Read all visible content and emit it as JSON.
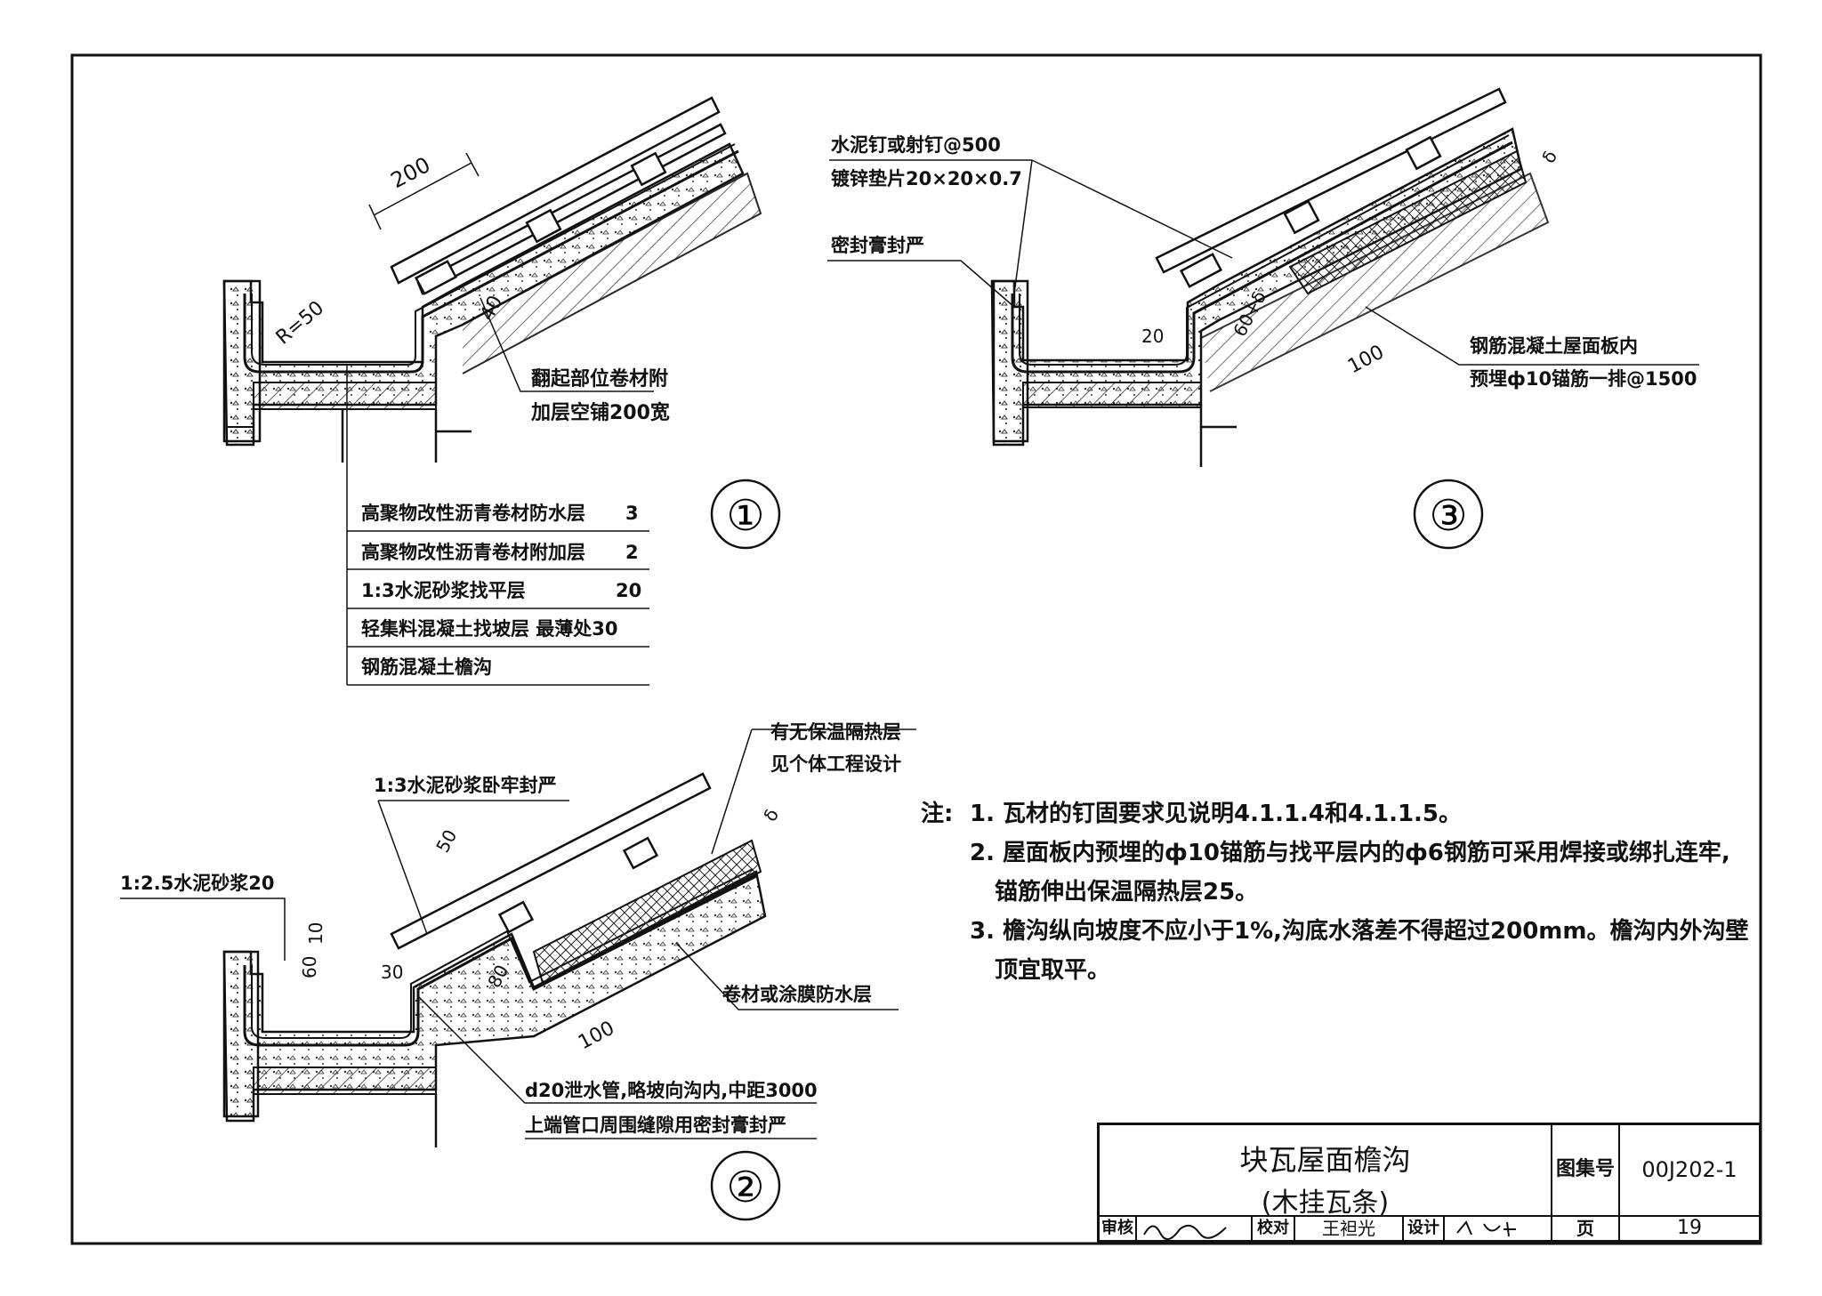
{
  "detail1": {
    "number": "①",
    "dims": {
      "d200": "200",
      "d40": "40",
      "r50": "R=50"
    },
    "callout": [
      "翻起部位卷材附",
      "加层空铺200宽"
    ],
    "layers": [
      {
        "name": "高聚物改性沥青卷材防水层",
        "value": "3"
      },
      {
        "name": "高聚物改性沥青卷材附加层",
        "value": "2"
      },
      {
        "name": "1:3水泥砂浆找平层",
        "value": "20"
      },
      {
        "name": "轻集料混凝土找坡层 最薄处30",
        "value": ""
      },
      {
        "name": "钢筋混凝土檐沟",
        "value": ""
      }
    ]
  },
  "detail2": {
    "number": "②",
    "callouts": {
      "insulation": [
        "有无保温隔热层",
        "见个体工程设计"
      ],
      "mortar13": "1:3水泥砂浆卧牢封严",
      "mortar25": "1:2.5水泥砂浆20",
      "membrane": "卷材或涂膜防水层",
      "drain": [
        "d20泄水管,略坡向沟内,中距3000",
        "上端管口周围缝隙用密封膏封严"
      ]
    },
    "dims": {
      "d50": "50",
      "d60": "60",
      "d10": "10",
      "d30": "30",
      "d80": "80",
      "d100": "100",
      "delta": "δ"
    }
  },
  "detail3": {
    "number": "③",
    "callouts": {
      "nail": [
        "水泥钉或射钉@500",
        "镀锌垫片20×20×0.7"
      ],
      "seal": "密封膏封严",
      "anchor": [
        "钢筋混凝土屋面板内",
        "预埋ф10锚筋一排@1500"
      ]
    },
    "dims": {
      "d20": "20",
      "d60d": "60+δ",
      "d100": "100",
      "delta": "δ"
    }
  },
  "notes": {
    "heading": "注:",
    "items": [
      [
        "1. 瓦材的钉固要求见说明4.1.1.4和4.1.1.5。"
      ],
      [
        "2. 屋面板内预埋的ф10锚筋与找平层内的ф6钢筋可采用焊接或绑扎连牢,",
        "锚筋伸出保温隔热层25。"
      ],
      [
        "3. 檐沟纵向坡度不应小于1%,沟底水落差不得超过200mm。檐沟内外沟壁",
        "顶宜取平。"
      ]
    ]
  },
  "title_block": {
    "title": "块瓦屋面檐沟",
    "subtitle": "(木挂瓦条)",
    "atlas_label": "图集号",
    "atlas_no": "00J202-1",
    "review_label": "审核",
    "check_label": "校对",
    "checker": "王袒光",
    "design_label": "设计",
    "page_label": "页",
    "page_no": "19"
  }
}
